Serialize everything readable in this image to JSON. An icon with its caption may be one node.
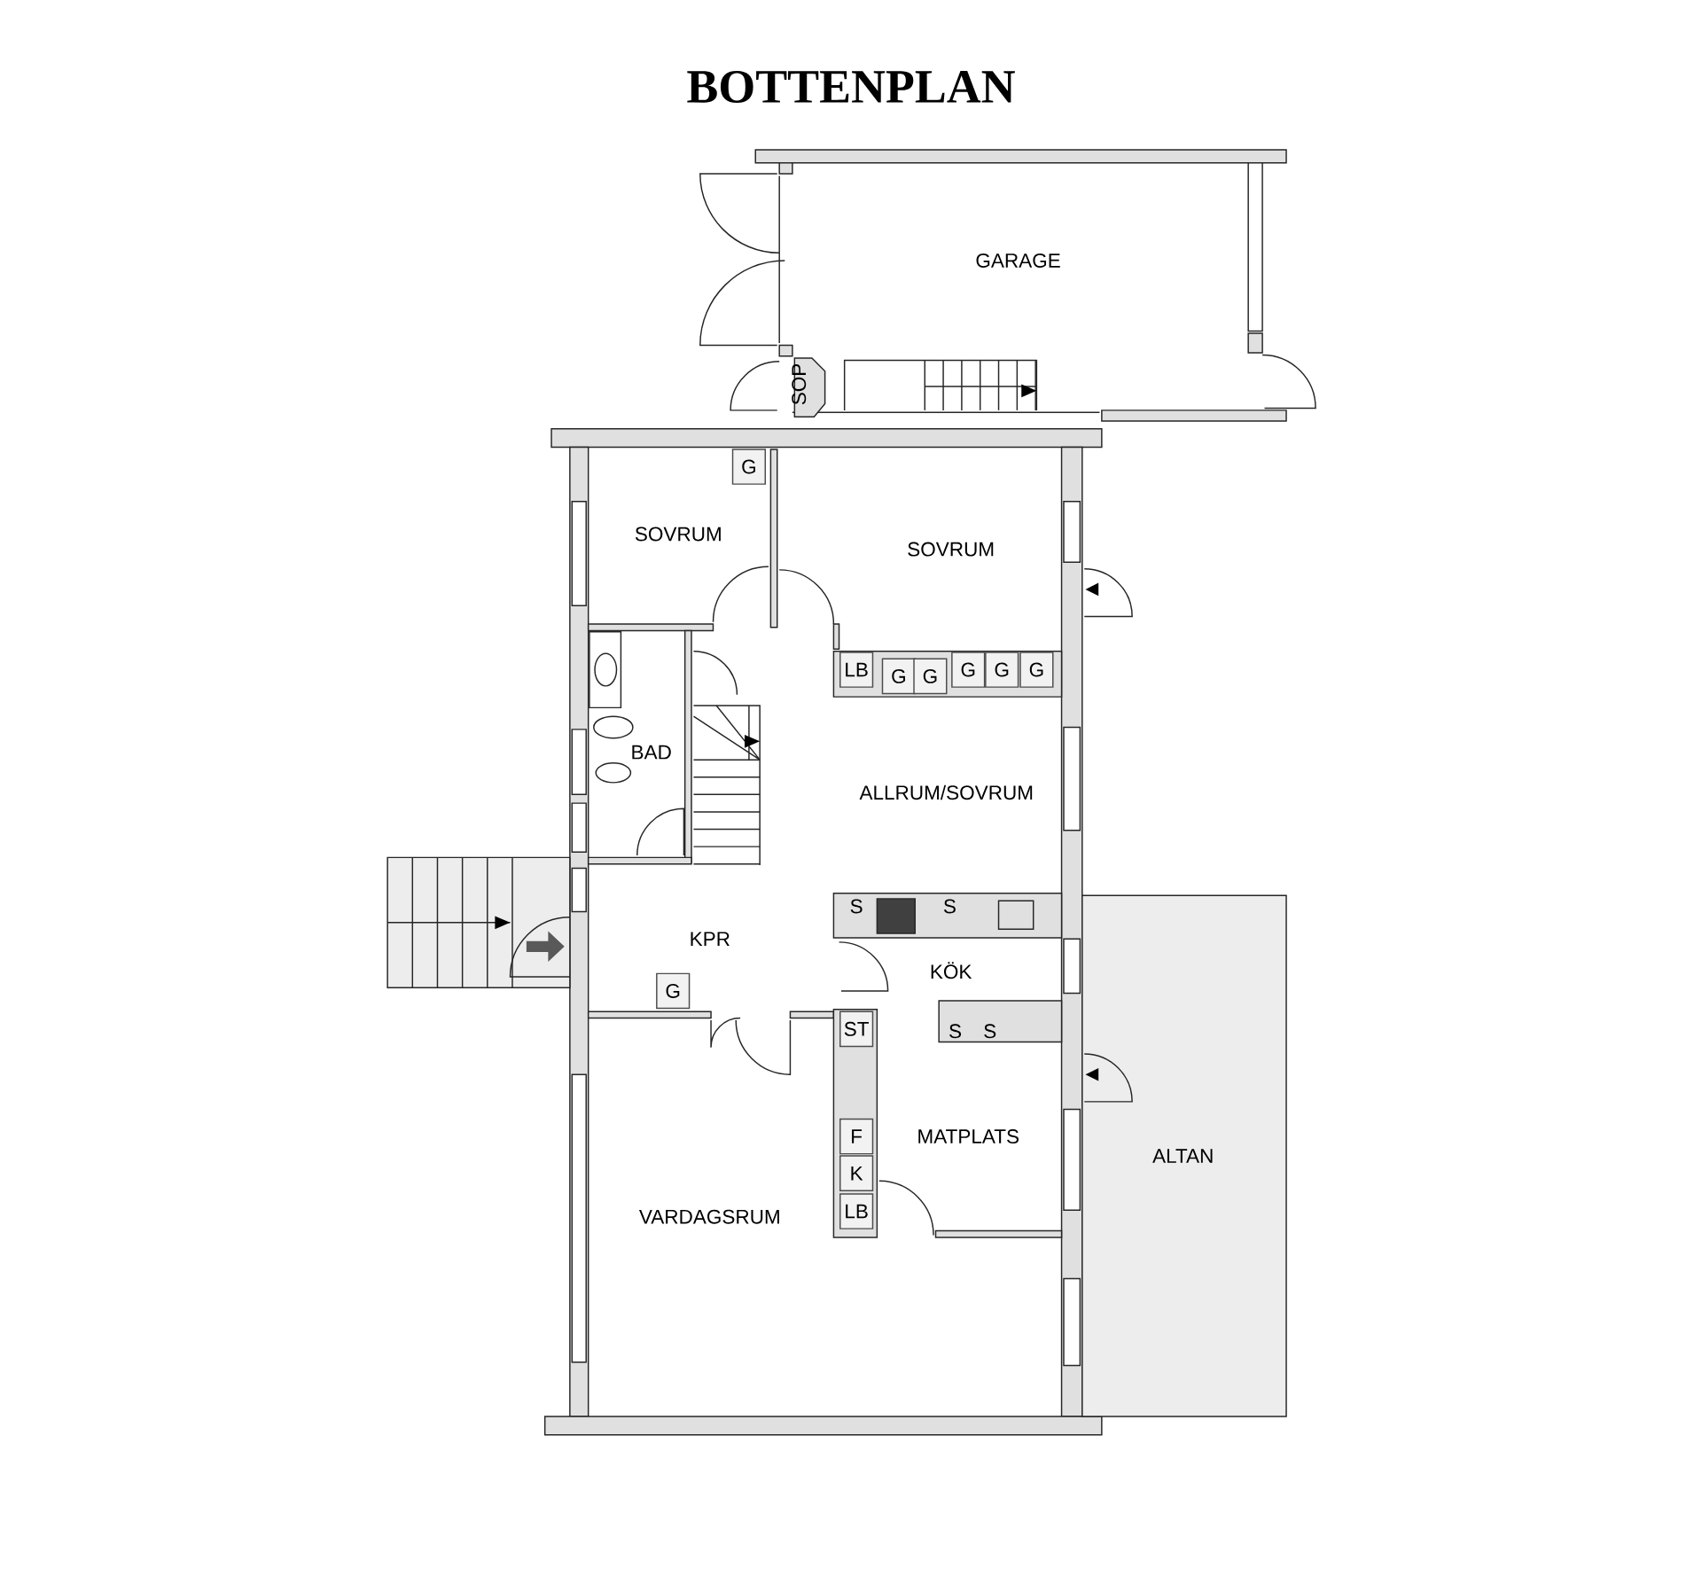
{
  "diagram": {
    "title": "BOTTENPLAN",
    "labels": [
      "GARAGE",
      "SOP",
      "G",
      "SOVRUM",
      "SOVRUM",
      "LB",
      "G",
      "G",
      "G",
      "G",
      "G",
      "BAD",
      "ALLRUM/SOVRUM",
      "S",
      "S",
      "KPR",
      "KÖK",
      "G",
      "ST",
      "S",
      "S",
      "F",
      "MATPLATS",
      "ALTAN",
      "K",
      "VARDAGSRUM",
      "LB"
    ]
  }
}
